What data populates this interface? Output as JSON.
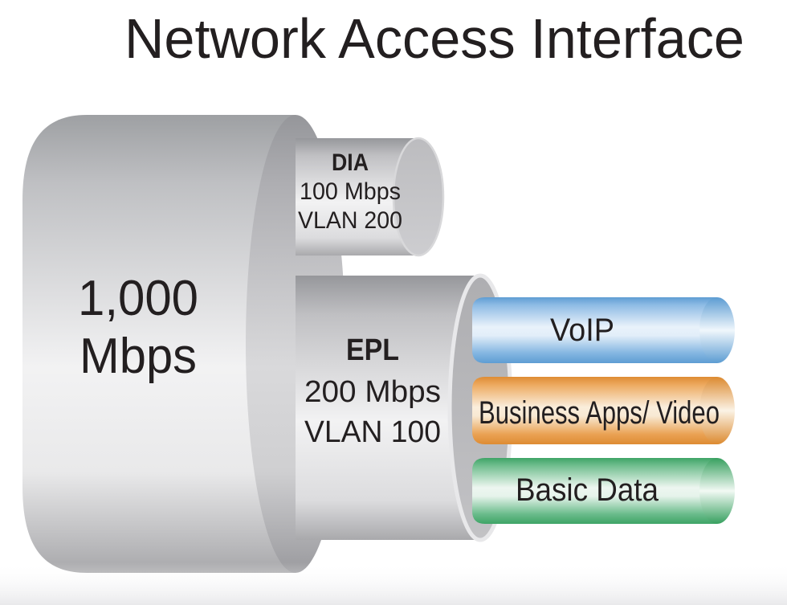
{
  "title": "Network Access Interface",
  "port": {
    "capacity_line1": "1,000",
    "capacity_line2": "Mbps",
    "body_color_top": "#9EA0A3",
    "body_color_mid": "#F2F2F3"
  },
  "services": {
    "dia": {
      "name": "DIA",
      "bandwidth": "100 Mbps",
      "vlan": "VLAN 200"
    },
    "epl": {
      "name": "EPL",
      "bandwidth": "200 Mbps",
      "vlan": "VLAN 100"
    }
  },
  "flows": [
    {
      "label": "VoIP",
      "color": "#5E9DD3"
    },
    {
      "label": "Business Apps/ Video",
      "color": "#DE8C33"
    },
    {
      "label": "Basic Data",
      "color": "#3EA466"
    }
  ],
  "colors": {
    "text": "#231F20",
    "cylinder_gray_dark": "#97989C",
    "cylinder_gray_light": "#F2F2F3",
    "voip_blue": "#5E9DD3",
    "business_orange": "#DE8C33",
    "basic_green": "#3EA466"
  }
}
